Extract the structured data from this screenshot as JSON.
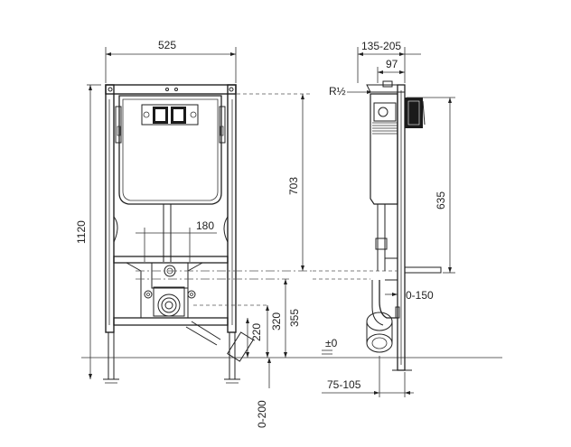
{
  "dimensions": {
    "width_525": "525",
    "height_1120": "1120",
    "height_703": "703",
    "spacing_180": "180",
    "height_355": "355",
    "height_320": "320",
    "range_220": "220",
    "range_0_200": "0-200",
    "depth_135_205": "135-205",
    "depth_97": "97",
    "thread_r_half": "R½",
    "height_635": "635",
    "range_0_150": "0-150",
    "range_75_105": "75-105",
    "floor_zero": "±0"
  },
  "colors": {
    "line": "#222222",
    "panel": "#ffffff",
    "button": "#1a1a1a"
  }
}
